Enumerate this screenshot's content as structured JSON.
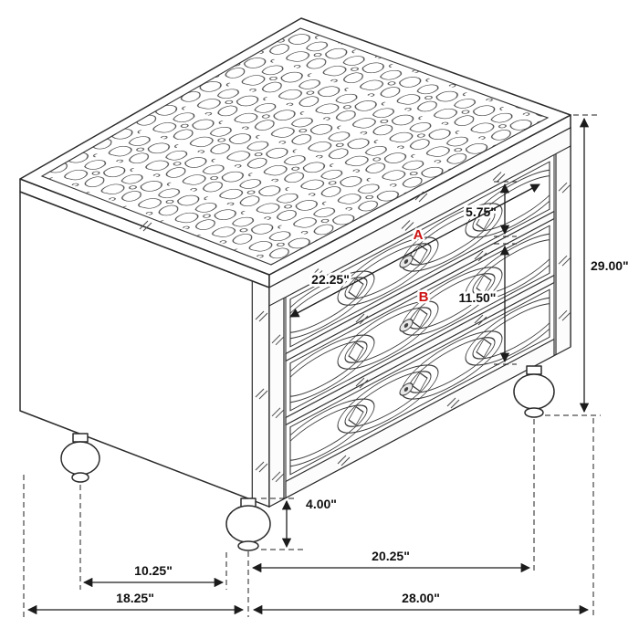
{
  "diagram": {
    "subject": "3-drawer nightstand dimension drawing",
    "units": "inches"
  },
  "dimensions": {
    "overall_height": "29.00\"",
    "overall_width": "28.00\"",
    "overall_depth": "18.25\"",
    "top_drawer_height": "5.75\"",
    "lower_drawer_height": "11.50\"",
    "drawer_front_width": "22.25\"",
    "foot_height": "4.00\"",
    "foot_spacing_depth": "10.25\"",
    "foot_spacing_width": "20.25\""
  },
  "markers": {
    "a": "A",
    "b": "B"
  },
  "colors": {
    "line": "#1c1c1c",
    "marker": "#cc1111",
    "background": "#ffffff"
  }
}
